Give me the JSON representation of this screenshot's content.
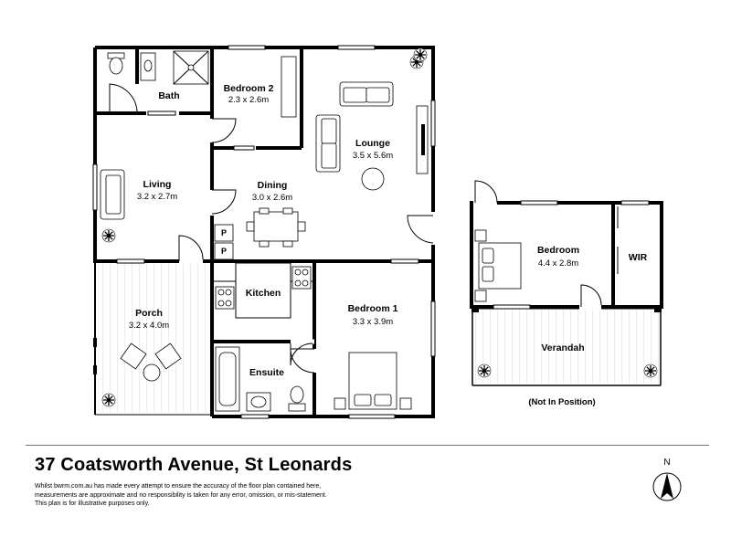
{
  "address": "37 Coatsworth Avenue, St Leonards",
  "disclaimer": [
    "Whilst bwrm.com.au has made every attempt to ensure the accuracy of the floor plan contained here,",
    "measurements are approximate and no responsibility is taken for any error, omission, or mis-statement.",
    "This plan is for illustrative purposes only."
  ],
  "compass": "N",
  "note": "(Not In Position)",
  "rooms": {
    "bath": {
      "name": "Bath"
    },
    "bedroom2": {
      "name": "Bedroom 2",
      "dim": "2.3 x 2.6m"
    },
    "lounge": {
      "name": "Lounge",
      "dim": "3.5 x 5.6m"
    },
    "living": {
      "name": "Living",
      "dim": "3.2 x 2.7m"
    },
    "dining": {
      "name": "Dining",
      "dim": "3.0 x 2.6m"
    },
    "kitchen": {
      "name": "Kitchen"
    },
    "pantry1": {
      "name": "P"
    },
    "pantry2": {
      "name": "P"
    },
    "porch": {
      "name": "Porch",
      "dim": "3.2 x 4.0m"
    },
    "bedroom1": {
      "name": "Bedroom 1",
      "dim": "3.3 x 3.9m"
    },
    "ensuite": {
      "name": "Ensuite"
    },
    "bedroom": {
      "name": "Bedroom",
      "dim": "4.4 x 2.8m"
    },
    "wir": {
      "name": "WIR"
    },
    "verandah": {
      "name": "Verandah"
    }
  }
}
